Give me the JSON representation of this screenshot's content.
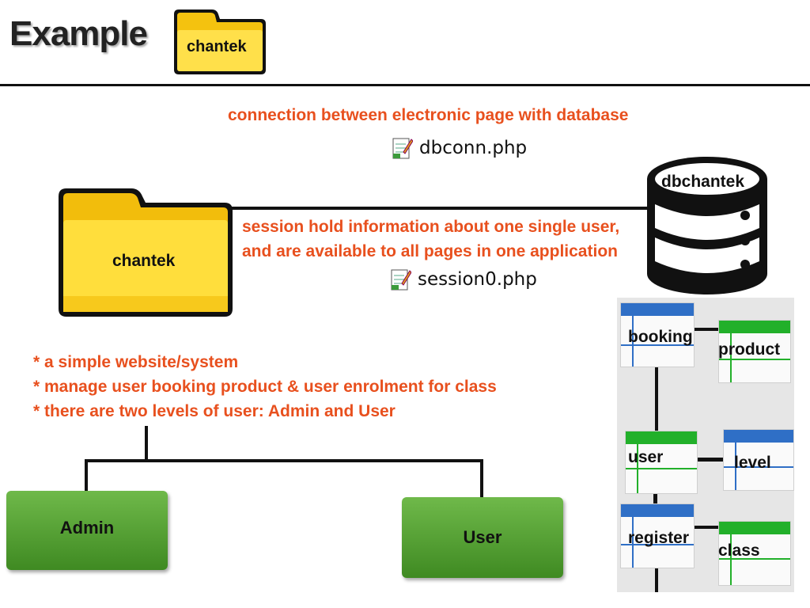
{
  "header": {
    "title": "Example",
    "folder_label": "chantek"
  },
  "connection": {
    "caption": "connection between electronic page with database",
    "file": "dbconn.php"
  },
  "database": {
    "label": "dbchantek"
  },
  "project_folder": {
    "label": "chantek"
  },
  "session": {
    "caption_line1": "session hold information about one single user,",
    "caption_line2": "and are available to all pages in one application",
    "file": "session0.php"
  },
  "notes": [
    "* a simple website/system",
    "* manage user booking product & user enrolment for class",
    "* there are two levels of user: Admin and User"
  ],
  "user_levels": {
    "admin": "Admin",
    "user": "User"
  },
  "erd_tables": {
    "booking": "booking",
    "product": "product",
    "user": "user",
    "level": "level",
    "register": "register",
    "class": "class"
  },
  "colors": {
    "accent_text": "#e8501e",
    "folder_yellow": "#ffd21f",
    "level_box_green": "#4e9e2e",
    "table_header_blue": "#2f6fc6",
    "table_header_green": "#22b02a"
  }
}
